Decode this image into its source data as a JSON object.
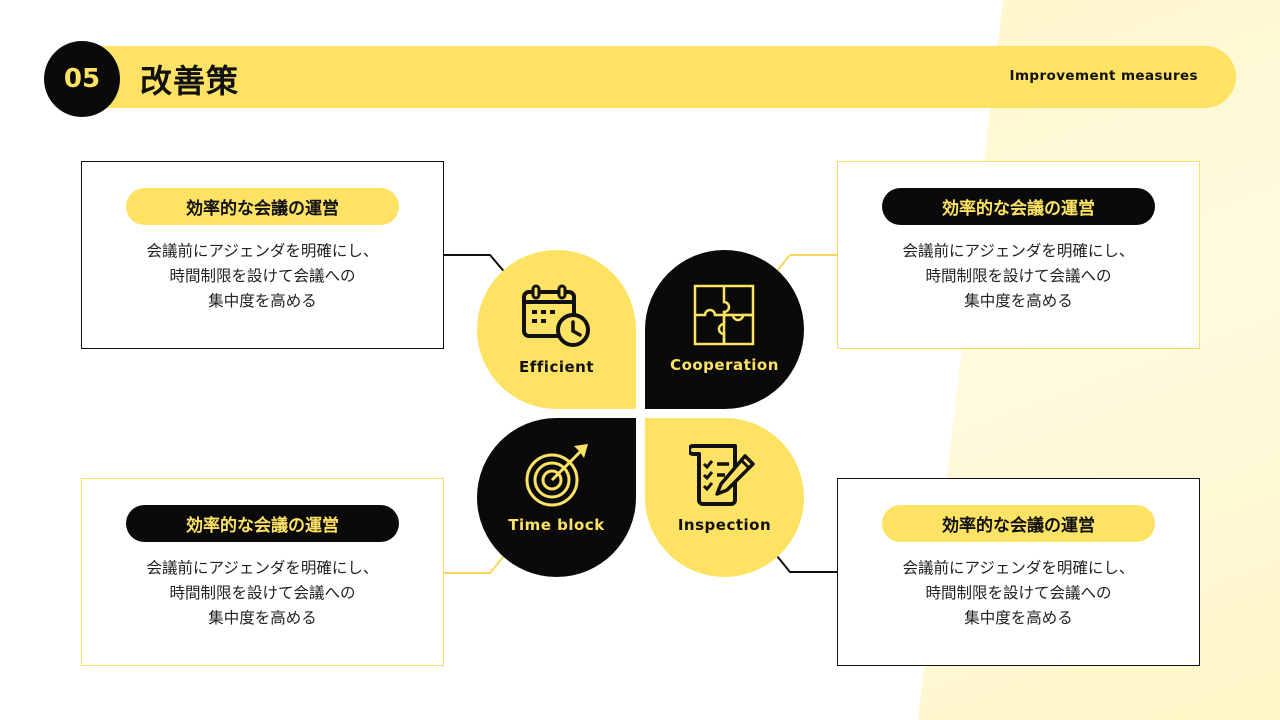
{
  "header": {
    "number": "05",
    "title": "改善策",
    "subtitle": "Improvement measures"
  },
  "colors": {
    "accent_yellow": "#fde264",
    "black": "#0a0a0a",
    "background_stripe": "#fff6c8"
  },
  "petals": [
    {
      "label": "Efficient",
      "icon": "calendar-clock-icon",
      "style": "yellow"
    },
    {
      "label": "Cooperation",
      "icon": "puzzle-icon",
      "style": "black"
    },
    {
      "label": "Time block",
      "icon": "target-arrow-icon",
      "style": "black"
    },
    {
      "label": "Inspection",
      "icon": "checklist-pencil-icon",
      "style": "yellow"
    }
  ],
  "cards": [
    {
      "position": "top-left",
      "title": "効率的な会議の運営",
      "body": [
        "会議前にアジェンダを明確にし、",
        "時間制限を設けて会議への",
        "集中度を高める"
      ]
    },
    {
      "position": "top-right",
      "title": "効率的な会議の運営",
      "body": [
        "会議前にアジェンダを明確にし、",
        "時間制限を設けて会議への",
        "集中度を高める"
      ]
    },
    {
      "position": "bottom-left",
      "title": "効率的な会議の運営",
      "body": [
        "会議前にアジェンダを明確にし、",
        "時間制限を設けて会議への",
        "集中度を高める"
      ]
    },
    {
      "position": "bottom-right",
      "title": "効率的な会議の運営",
      "body": [
        "会議前にアジェンダを明確にし、",
        "時間制限を設けて会議への",
        "集中度を高める"
      ]
    }
  ]
}
